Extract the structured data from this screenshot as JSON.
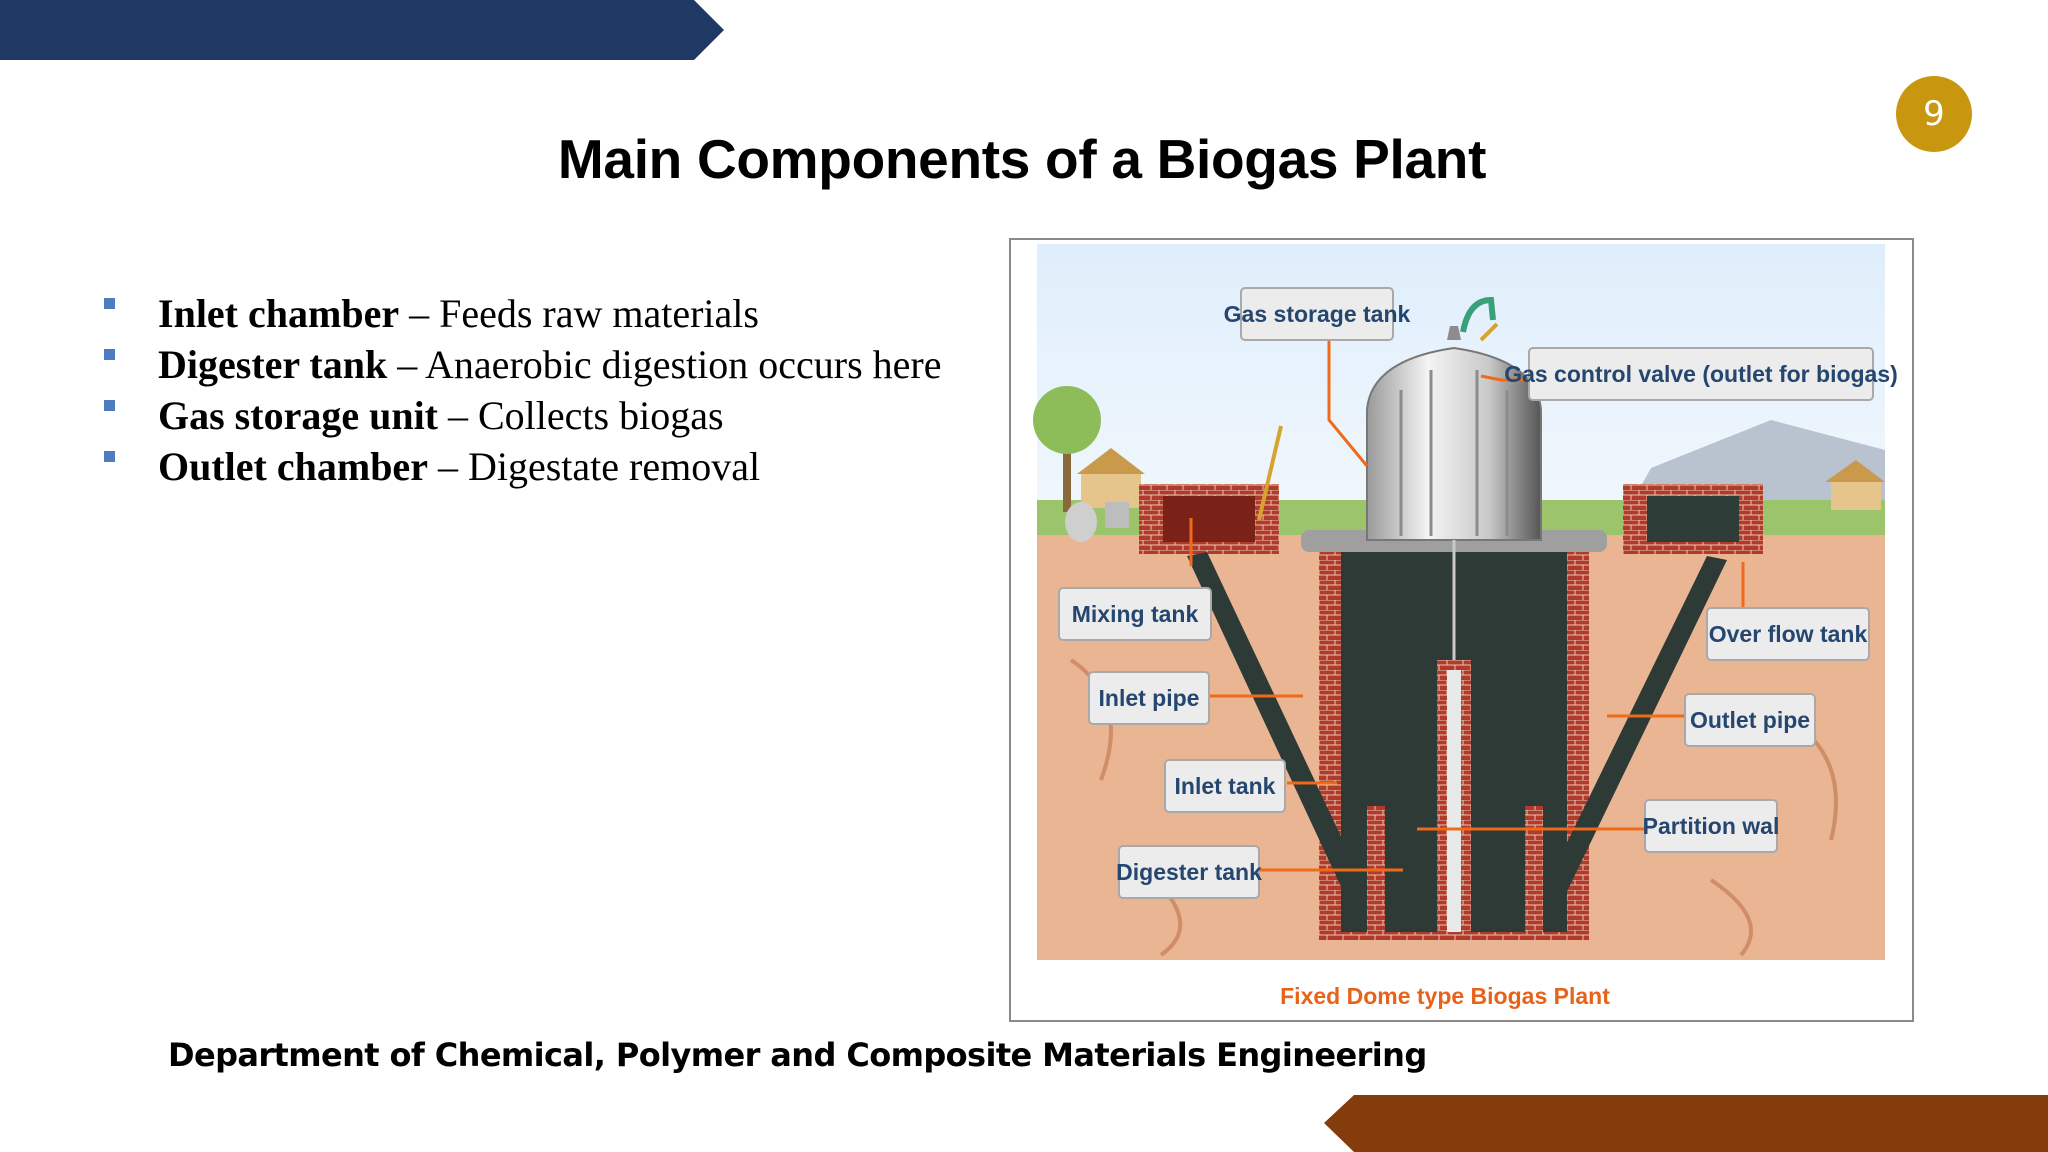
{
  "page_number": "9",
  "title": "Main Components of a Biogas Plant",
  "bullets": [
    {
      "term": "Inlet chamber",
      "description": " – Feeds raw materials"
    },
    {
      "term": "Digester tank",
      "description": " – Anaerobic digestion occurs here"
    },
    {
      "term": "Gas storage unit",
      "description": " – Collects biogas"
    },
    {
      "term": "Outlet chamber",
      "description": " – Digestate removal"
    }
  ],
  "diagram": {
    "caption": "Fixed Dome type Biogas Plant",
    "labels": {
      "gas_storage_tank": "Gas storage tank",
      "gas_control_valve": "Gas control valve (outlet for biogas)",
      "mixing_tank": "Mixing tank",
      "inlet_pipe": "Inlet pipe",
      "inlet_tank": "Inlet tank",
      "digester_tank": "Digester tank",
      "over_flow_tank": "Over flow tank",
      "outlet_pipe": "Outlet pipe",
      "partition_wall": "Partition wal"
    }
  },
  "footer": "Department of Chemical, Polymer and Composite Materials Engineering",
  "colors": {
    "top_banner": "#1F3864",
    "bottom_banner": "#843C0C",
    "page_badge": "#C8960F",
    "bullet_marker": "#4F7BC0"
  }
}
